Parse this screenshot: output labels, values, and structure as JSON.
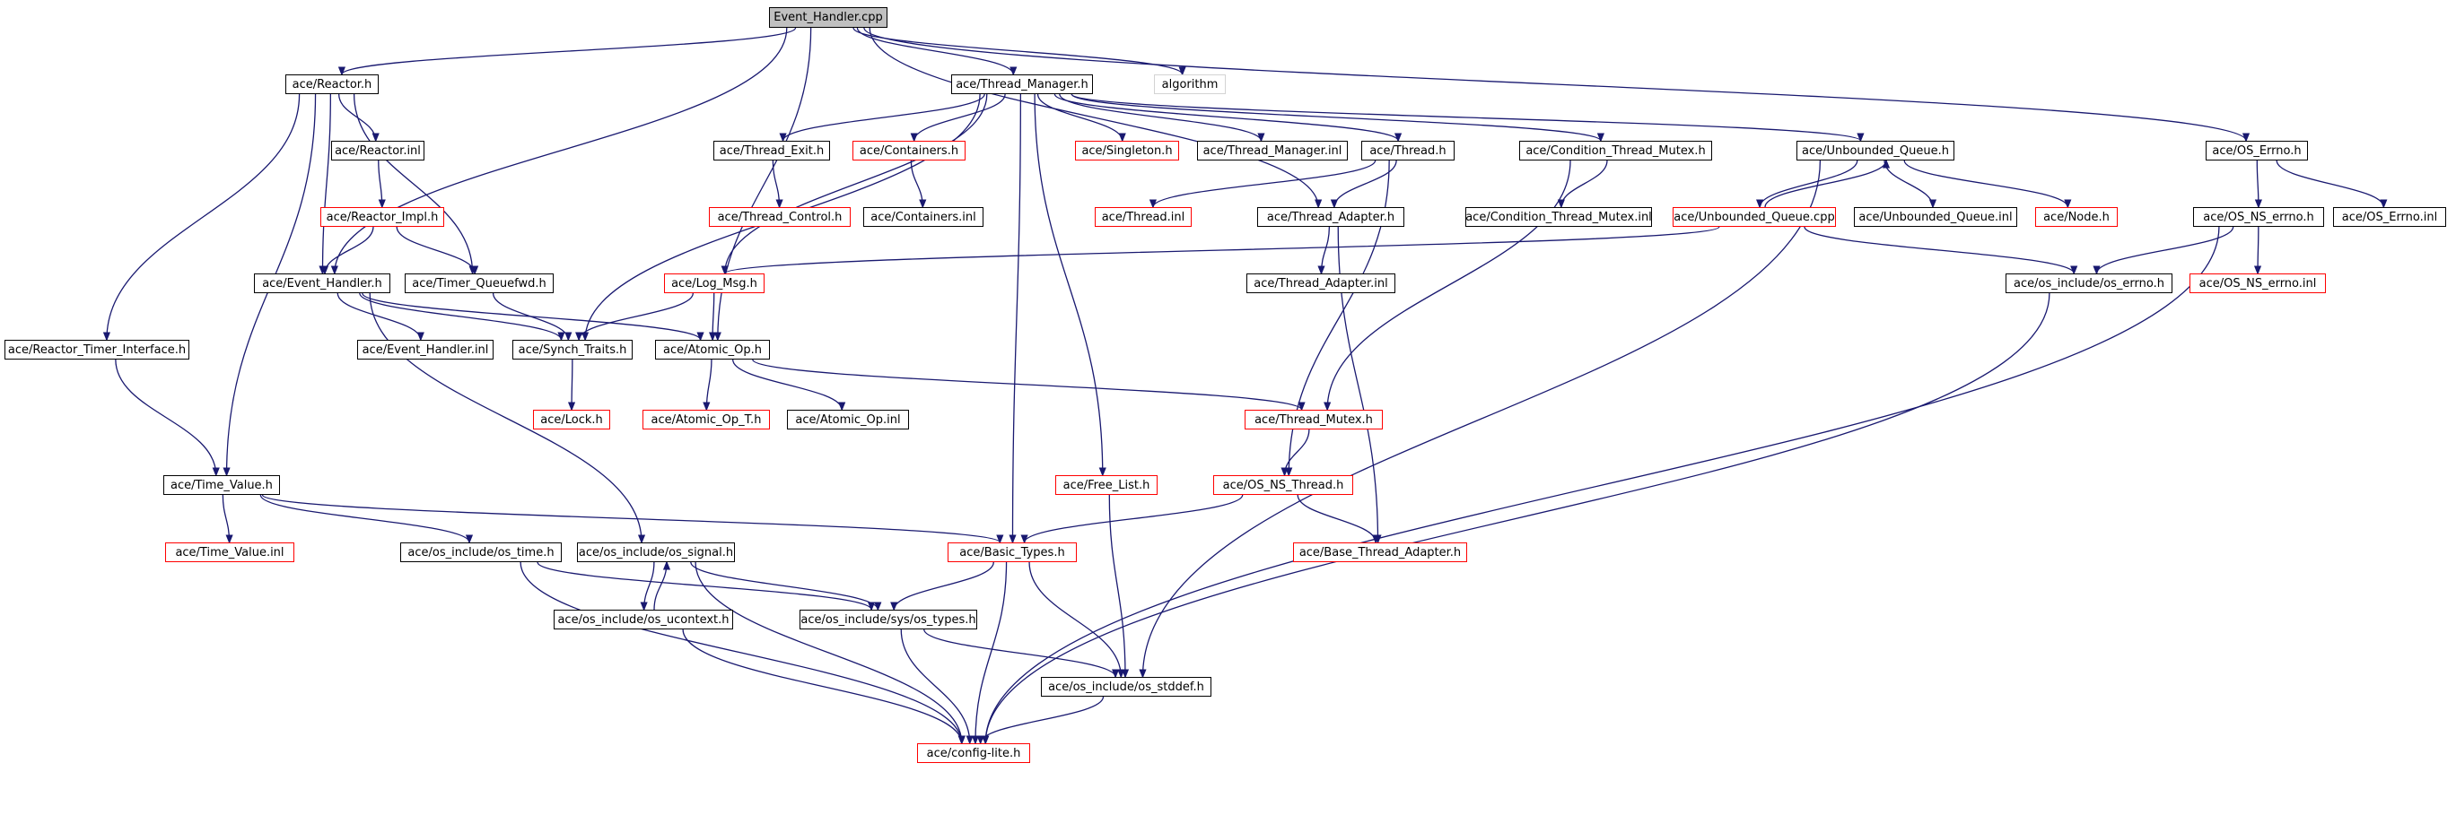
{
  "nodes": [
    {
      "id": "n_event_handler_cpp",
      "label": "Event_Handler.cpp",
      "style": "root"
    },
    {
      "id": "n_algorithm",
      "label": "algorithm",
      "style": "grey"
    },
    {
      "id": "n_reactor_h",
      "label": "ace/Reactor.h",
      "style": "black"
    },
    {
      "id": "n_thread_manager_h",
      "label": "ace/Thread_Manager.h",
      "style": "black"
    },
    {
      "id": "n_reactor_inl",
      "label": "ace/Reactor.inl",
      "style": "black"
    },
    {
      "id": "n_thread_exit_h",
      "label": "ace/Thread_Exit.h",
      "style": "black"
    },
    {
      "id": "n_containers_h",
      "label": "ace/Containers.h",
      "style": "red"
    },
    {
      "id": "n_singleton_h",
      "label": "ace/Singleton.h",
      "style": "red"
    },
    {
      "id": "n_thread_manager_inl",
      "label": "ace/Thread_Manager.inl",
      "style": "black"
    },
    {
      "id": "n_thread_h",
      "label": "ace/Thread.h",
      "style": "black"
    },
    {
      "id": "n_condition_thread_mutex_h",
      "label": "ace/Condition_Thread_Mutex.h",
      "style": "black"
    },
    {
      "id": "n_unbounded_queue_h",
      "label": "ace/Unbounded_Queue.h",
      "style": "black"
    },
    {
      "id": "n_os_errno_h",
      "label": "ace/OS_Errno.h",
      "style": "black"
    },
    {
      "id": "n_reactor_impl_h",
      "label": "ace/Reactor_Impl.h",
      "style": "red"
    },
    {
      "id": "n_thread_control_h",
      "label": "ace/Thread_Control.h",
      "style": "red"
    },
    {
      "id": "n_containers_inl",
      "label": "ace/Containers.inl",
      "style": "black"
    },
    {
      "id": "n_thread_inl",
      "label": "ace/Thread.inl",
      "style": "red"
    },
    {
      "id": "n_thread_adapter_h",
      "label": "ace/Thread_Adapter.h",
      "style": "black"
    },
    {
      "id": "n_condition_thread_mutex_inl",
      "label": "ace/Condition_Thread_Mutex.inl",
      "style": "black"
    },
    {
      "id": "n_unbounded_queue_cpp",
      "label": "ace/Unbounded_Queue.cpp",
      "style": "red"
    },
    {
      "id": "n_unbounded_queue_inl",
      "label": "ace/Unbounded_Queue.inl",
      "style": "black"
    },
    {
      "id": "n_node_h",
      "label": "ace/Node.h",
      "style": "red"
    },
    {
      "id": "n_os_ns_errno_h",
      "label": "ace/OS_NS_errno.h",
      "style": "black"
    },
    {
      "id": "n_os_errno_inl",
      "label": "ace/OS_Errno.inl",
      "style": "black"
    },
    {
      "id": "n_event_handler_h",
      "label": "ace/Event_Handler.h",
      "style": "black"
    },
    {
      "id": "n_timer_queuefwd_h",
      "label": "ace/Timer_Queuefwd.h",
      "style": "black"
    },
    {
      "id": "n_log_msg_h",
      "label": "ace/Log_Msg.h",
      "style": "red"
    },
    {
      "id": "n_thread_adapter_inl",
      "label": "ace/Thread_Adapter.inl",
      "style": "black"
    },
    {
      "id": "n_os_include_os_errno_h",
      "label": "ace/os_include/os_errno.h",
      "style": "black"
    },
    {
      "id": "n_os_ns_errno_inl",
      "label": "ace/OS_NS_errno.inl",
      "style": "red"
    },
    {
      "id": "n_reactor_timer_interface_h",
      "label": "ace/Reactor_Timer_Interface.h",
      "style": "black"
    },
    {
      "id": "n_event_handler_inl",
      "label": "ace/Event_Handler.inl",
      "style": "black"
    },
    {
      "id": "n_synch_traits_h",
      "label": "ace/Synch_Traits.h",
      "style": "black"
    },
    {
      "id": "n_atomic_op_h",
      "label": "ace/Atomic_Op.h",
      "style": "black"
    },
    {
      "id": "n_lock_h",
      "label": "ace/Lock.h",
      "style": "red"
    },
    {
      "id": "n_atomic_op_t_h",
      "label": "ace/Atomic_Op_T.h",
      "style": "red"
    },
    {
      "id": "n_atomic_op_inl",
      "label": "ace/Atomic_Op.inl",
      "style": "black"
    },
    {
      "id": "n_thread_mutex_h",
      "label": "ace/Thread_Mutex.h",
      "style": "red"
    },
    {
      "id": "n_time_value_h",
      "label": "ace/Time_Value.h",
      "style": "black"
    },
    {
      "id": "n_free_list_h",
      "label": "ace/Free_List.h",
      "style": "red"
    },
    {
      "id": "n_os_ns_thread_h",
      "label": "ace/OS_NS_Thread.h",
      "style": "red"
    },
    {
      "id": "n_time_value_inl",
      "label": "ace/Time_Value.inl",
      "style": "red"
    },
    {
      "id": "n_os_include_os_time_h",
      "label": "ace/os_include/os_time.h",
      "style": "black"
    },
    {
      "id": "n_os_include_os_signal_h",
      "label": "ace/os_include/os_signal.h",
      "style": "black"
    },
    {
      "id": "n_basic_types_h",
      "label": "ace/Basic_Types.h",
      "style": "red"
    },
    {
      "id": "n_base_thread_adapter_h",
      "label": "ace/Base_Thread_Adapter.h",
      "style": "red"
    },
    {
      "id": "n_os_include_os_ucontext_h",
      "label": "ace/os_include/os_ucontext.h",
      "style": "black"
    },
    {
      "id": "n_os_include_sys_os_types_h",
      "label": "ace/os_include/sys/os_types.h",
      "style": "black"
    },
    {
      "id": "n_os_include_os_stddef_h",
      "label": "ace/os_include/os_stddef.h",
      "style": "black"
    },
    {
      "id": "n_config_lite_h",
      "label": "ace/config-lite.h",
      "style": "red"
    }
  ],
  "edges": [
    [
      "n_event_handler_cpp",
      "n_reactor_h"
    ],
    [
      "n_event_handler_cpp",
      "n_thread_manager_h"
    ],
    [
      "n_event_handler_cpp",
      "n_algorithm"
    ],
    [
      "n_event_handler_cpp",
      "n_event_handler_h"
    ],
    [
      "n_event_handler_cpp",
      "n_atomic_op_h"
    ],
    [
      "n_event_handler_cpp",
      "n_thread_adapter_h"
    ],
    [
      "n_event_handler_cpp",
      "n_os_errno_h"
    ],
    [
      "n_reactor_h",
      "n_reactor_inl"
    ],
    [
      "n_reactor_h",
      "n_event_handler_h"
    ],
    [
      "n_reactor_h",
      "n_timer_queuefwd_h"
    ],
    [
      "n_reactor_h",
      "n_reactor_timer_interface_h"
    ],
    [
      "n_reactor_h",
      "n_time_value_h"
    ],
    [
      "n_reactor_inl",
      "n_reactor_impl_h"
    ],
    [
      "n_reactor_impl_h",
      "n_event_handler_h"
    ],
    [
      "n_reactor_impl_h",
      "n_timer_queuefwd_h"
    ],
    [
      "n_thread_manager_h",
      "n_thread_exit_h"
    ],
    [
      "n_thread_manager_h",
      "n_containers_h"
    ],
    [
      "n_thread_manager_h",
      "n_singleton_h"
    ],
    [
      "n_thread_manager_h",
      "n_thread_manager_inl"
    ],
    [
      "n_thread_manager_h",
      "n_thread_h"
    ],
    [
      "n_thread_manager_h",
      "n_condition_thread_mutex_h"
    ],
    [
      "n_thread_manager_h",
      "n_unbounded_queue_h"
    ],
    [
      "n_thread_manager_h",
      "n_log_msg_h"
    ],
    [
      "n_thread_manager_h",
      "n_synch_traits_h"
    ],
    [
      "n_thread_manager_h",
      "n_basic_types_h"
    ],
    [
      "n_thread_manager_h",
      "n_free_list_h"
    ],
    [
      "n_thread_exit_h",
      "n_thread_control_h"
    ],
    [
      "n_containers_h",
      "n_containers_inl"
    ],
    [
      "n_thread_h",
      "n_thread_inl"
    ],
    [
      "n_thread_h",
      "n_thread_adapter_h"
    ],
    [
      "n_thread_h",
      "n_os_ns_thread_h"
    ],
    [
      "n_thread_adapter_h",
      "n_thread_adapter_inl"
    ],
    [
      "n_thread_adapter_h",
      "n_base_thread_adapter_h"
    ],
    [
      "n_condition_thread_mutex_h",
      "n_condition_thread_mutex_inl"
    ],
    [
      "n_condition_thread_mutex_h",
      "n_thread_mutex_h"
    ],
    [
      "n_unbounded_queue_h",
      "n_unbounded_queue_cpp"
    ],
    [
      "n_unbounded_queue_cpp",
      "n_unbounded_queue_h"
    ],
    [
      "n_unbounded_queue_h",
      "n_unbounded_queue_inl"
    ],
    [
      "n_unbounded_queue_h",
      "n_node_h"
    ],
    [
      "n_unbounded_queue_h",
      "n_os_include_os_stddef_h"
    ],
    [
      "n_unbounded_queue_cpp",
      "n_log_msg_h"
    ],
    [
      "n_unbounded_queue_cpp",
      "n_os_include_os_errno_h"
    ],
    [
      "n_os_errno_h",
      "n_os_ns_errno_h"
    ],
    [
      "n_os_errno_h",
      "n_os_errno_inl"
    ],
    [
      "n_os_ns_errno_h",
      "n_os_ns_errno_inl"
    ],
    [
      "n_os_ns_errno_h",
      "n_os_include_os_errno_h"
    ],
    [
      "n_os_ns_errno_h",
      "n_config_lite_h"
    ],
    [
      "n_os_include_os_errno_h",
      "n_config_lite_h"
    ],
    [
      "n_log_msg_h",
      "n_synch_traits_h"
    ],
    [
      "n_log_msg_h",
      "n_atomic_op_h"
    ],
    [
      "n_event_handler_h",
      "n_event_handler_inl"
    ],
    [
      "n_event_handler_h",
      "n_synch_traits_h"
    ],
    [
      "n_event_handler_h",
      "n_atomic_op_h"
    ],
    [
      "n_event_handler_h",
      "n_os_include_os_signal_h"
    ],
    [
      "n_timer_queuefwd_h",
      "n_synch_traits_h"
    ],
    [
      "n_synch_traits_h",
      "n_lock_h"
    ],
    [
      "n_atomic_op_h",
      "n_atomic_op_t_h"
    ],
    [
      "n_atomic_op_h",
      "n_atomic_op_inl"
    ],
    [
      "n_atomic_op_h",
      "n_thread_mutex_h"
    ],
    [
      "n_thread_mutex_h",
      "n_os_ns_thread_h"
    ],
    [
      "n_reactor_timer_interface_h",
      "n_time_value_h"
    ],
    [
      "n_time_value_h",
      "n_time_value_inl"
    ],
    [
      "n_time_value_h",
      "n_os_include_os_time_h"
    ],
    [
      "n_time_value_h",
      "n_basic_types_h"
    ],
    [
      "n_os_ns_thread_h",
      "n_basic_types_h"
    ],
    [
      "n_os_ns_thread_h",
      "n_base_thread_adapter_h"
    ],
    [
      "n_free_list_h",
      "n_os_include_os_stddef_h"
    ],
    [
      "n_os_include_os_time_h",
      "n_os_include_sys_os_types_h"
    ],
    [
      "n_os_include_os_time_h",
      "n_config_lite_h"
    ],
    [
      "n_os_include_os_signal_h",
      "n_os_include_os_ucontext_h"
    ],
    [
      "n_os_include_os_ucontext_h",
      "n_os_include_os_signal_h"
    ],
    [
      "n_os_include_os_signal_h",
      "n_os_include_sys_os_types_h"
    ],
    [
      "n_os_include_os_signal_h",
      "n_config_lite_h"
    ],
    [
      "n_os_include_os_ucontext_h",
      "n_config_lite_h"
    ],
    [
      "n_basic_types_h",
      "n_os_include_sys_os_types_h"
    ],
    [
      "n_basic_types_h",
      "n_os_include_os_stddef_h"
    ],
    [
      "n_basic_types_h",
      "n_config_lite_h"
    ],
    [
      "n_os_include_sys_os_types_h",
      "n_os_include_os_stddef_h"
    ],
    [
      "n_os_include_sys_os_types_h",
      "n_config_lite_h"
    ],
    [
      "n_os_include_os_stddef_h",
      "n_config_lite_h"
    ]
  ]
}
